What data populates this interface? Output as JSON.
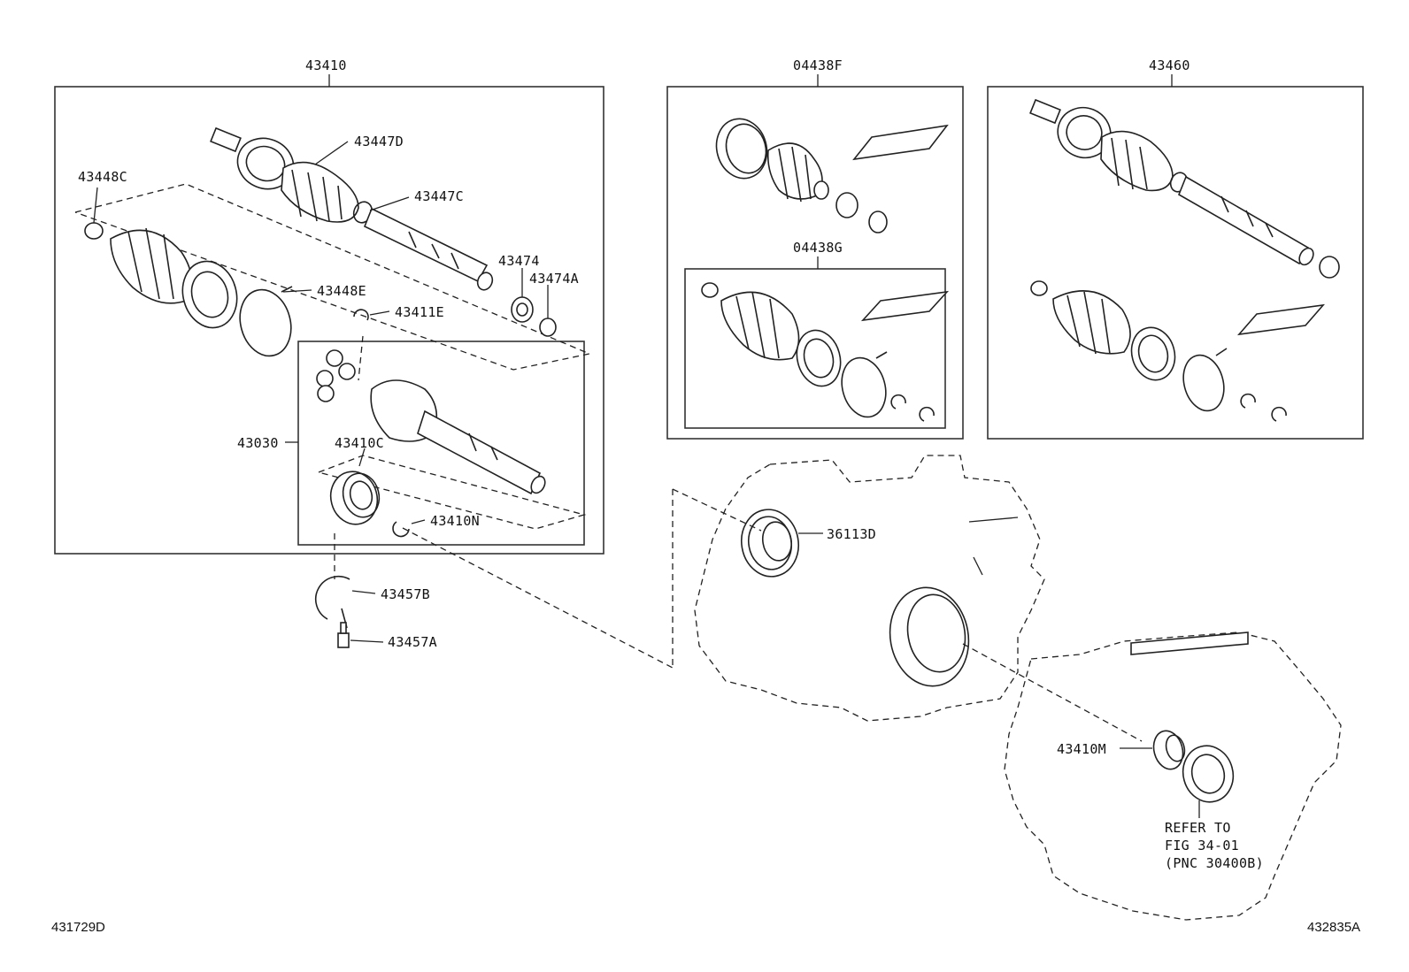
{
  "groups": {
    "left_assembly": "43410",
    "boot_kit_f": "04438F",
    "boot_kit_g": "04438G",
    "right_assembly": "43460"
  },
  "parts": {
    "p43447D": "43447D",
    "p43448C": "43448C",
    "p43447C": "43447C",
    "p43474": "43474",
    "p43474A": "43474A",
    "p43448E": "43448E",
    "p43411E": "43411E",
    "p43030": "43030",
    "p43410C": "43410C",
    "p43410N": "43410N",
    "p43457B": "43457B",
    "p43457A": "43457A",
    "p36113D": "36113D",
    "p43410M": "43410M"
  },
  "refer": {
    "line1": "REFER TO",
    "line2": "FIG 34-01",
    "line3": "(PNC 30400B)"
  },
  "footer": {
    "left_code": "431729D",
    "right_code": "432835A"
  }
}
